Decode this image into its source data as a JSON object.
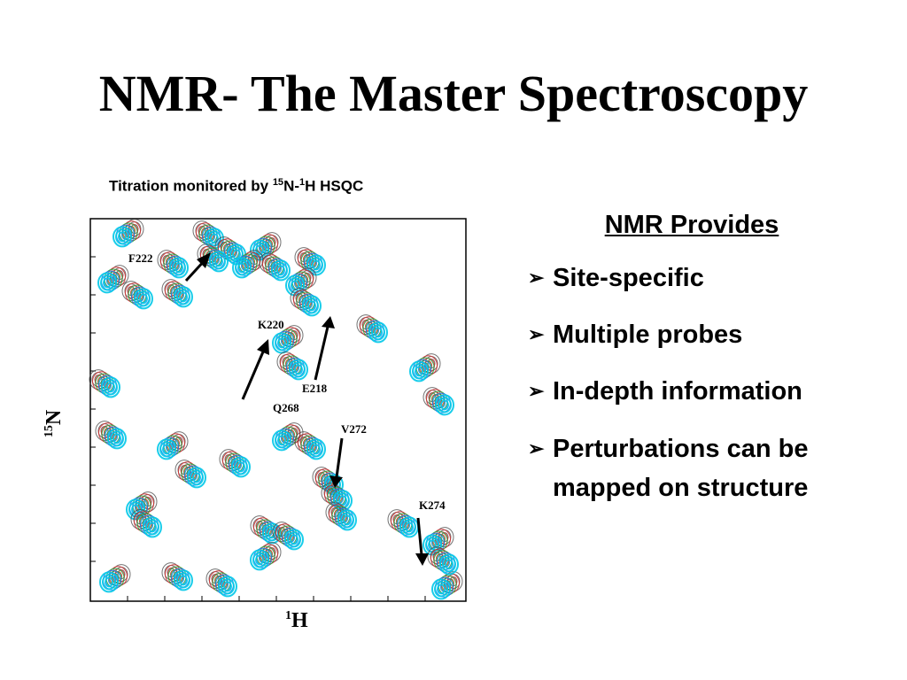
{
  "slide": {
    "title": "NMR- The Master Spectroscopy",
    "caption": {
      "prefix": "Titration monitored by ",
      "sup1": "15",
      "mid": "N-",
      "sup2": "1",
      "suffix": "H HSQC"
    },
    "axes": {
      "y_sup": "15",
      "y_text": "N",
      "x_sup": "1",
      "x_text": "H"
    },
    "peak_labels": {
      "f222": "F222",
      "k220": "K220",
      "e218": "E218",
      "q268": "Q268",
      "v272": "V272",
      "k274": "K274"
    },
    "panel": {
      "heading": "NMR Provides",
      "bullets": [
        "Site-specific",
        "Multiple probes",
        "In-depth information",
        "Perturbations can be mapped on structure"
      ]
    },
    "colors": {
      "titration_series": [
        "#444444",
        "#d03030",
        "#22aa44",
        "#2277ee",
        "#00c8e8"
      ]
    }
  }
}
